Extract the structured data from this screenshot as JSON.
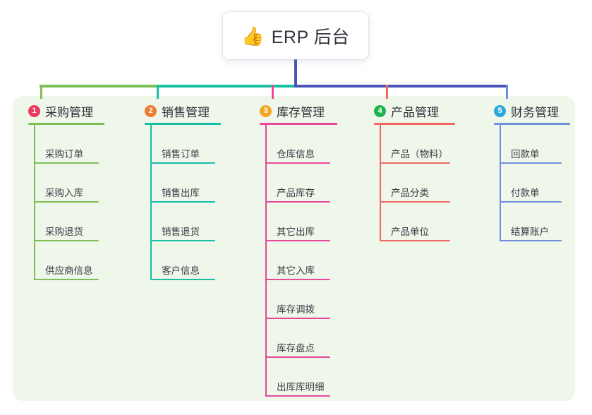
{
  "diagram": {
    "type": "mindmap",
    "root": {
      "icon": "thumbs-up-emoji",
      "emoji": "👍",
      "title": "ERP 后台",
      "stem_color": "#4a54b8"
    },
    "bus": {
      "segments": [
        {
          "color": "#7dbe55"
        },
        {
          "color": "#16bfa6"
        },
        {
          "color": "#4a54b8"
        }
      ]
    },
    "panel_color": "#eef7ea",
    "branches": [
      {
        "number": "1",
        "label": "采购管理",
        "badge_color": "#ea3a5d",
        "line_color": "#7dbe55",
        "leaves": [
          "采购订单",
          "采购入库",
          "采购退货",
          "供应商信息"
        ]
      },
      {
        "number": "2",
        "label": "销售管理",
        "badge_color": "#f07c2b",
        "line_color": "#16bfa6",
        "leaves": [
          "销售订单",
          "销售出库",
          "销售退货",
          "客户信息"
        ]
      },
      {
        "number": "3",
        "label": "库存管理",
        "badge_color": "#f5a623",
        "line_color": "#e8489a",
        "leaves": [
          "仓库信息",
          "产品库存",
          "其它出库",
          "其它入库",
          "库存调拨",
          "库存盘点",
          "出库库明细"
        ]
      },
      {
        "number": "4",
        "label": "产品管理",
        "badge_color": "#22b24c",
        "line_color": "#f2675f",
        "leaves": [
          "产品（物料）",
          "产品分类",
          "产品单位"
        ]
      },
      {
        "number": "5",
        "label": "财务管理",
        "badge_color": "#2ea7e0",
        "line_color": "#6d8fdc",
        "leaves": [
          "回款单",
          "付款单",
          "结算账户"
        ]
      }
    ]
  }
}
